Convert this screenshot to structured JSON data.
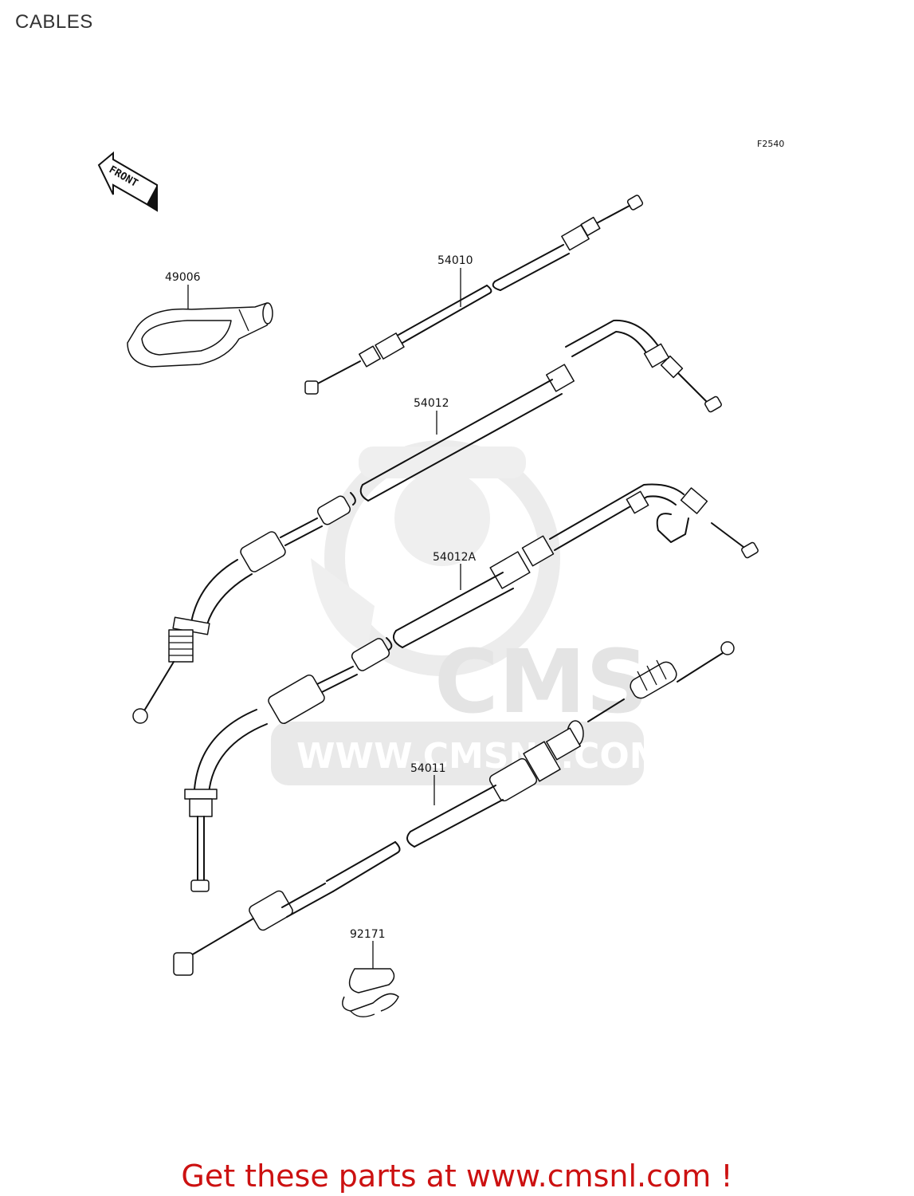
{
  "page": {
    "title": "CABLES",
    "figure_code": "F2540",
    "front_marker": "FRONT",
    "footer_link": "Get these parts at www.cmsnl.com !"
  },
  "watermark": {
    "brand": "CMS",
    "url": "WWW.CMSNL.COM"
  },
  "parts": [
    {
      "number": "49006"
    },
    {
      "number": "54010"
    },
    {
      "number": "54012"
    },
    {
      "number": "54012A"
    },
    {
      "number": "54011"
    },
    {
      "number": "92171"
    }
  ],
  "colors": {
    "footer_text": "#cc1111",
    "title_text": "#333333",
    "watermark": "#e4e4e4",
    "line_art": "#111111"
  }
}
